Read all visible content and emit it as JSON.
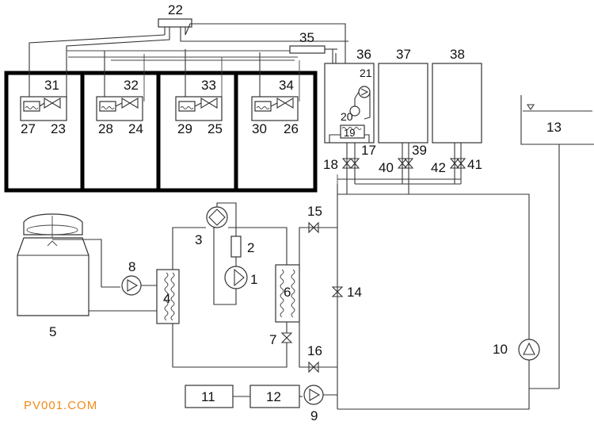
{
  "labels": {
    "n1": "1",
    "n2": "2",
    "n3": "3",
    "n4": "4",
    "n5": "5",
    "n6": "6",
    "n7": "7",
    "n8": "8",
    "n9": "9",
    "n10": "10",
    "n11": "11",
    "n12": "12",
    "n13": "13",
    "n14": "14",
    "n15": "15",
    "n16": "16",
    "n17": "17",
    "n18": "18",
    "n19": "19",
    "n20": "20",
    "n21": "21",
    "n22": "22",
    "n23": "23",
    "n24": "24",
    "n25": "25",
    "n26": "26",
    "n27": "27",
    "n28": "28",
    "n29": "29",
    "n30": "30",
    "n31": "31",
    "n32": "32",
    "n33": "33",
    "n34": "34",
    "n35": "35",
    "n36": "36",
    "n37": "37",
    "n38": "38",
    "n39": "39",
    "n40": "40",
    "n41": "41",
    "n42": "42"
  },
  "watermark": "PV001.COM"
}
